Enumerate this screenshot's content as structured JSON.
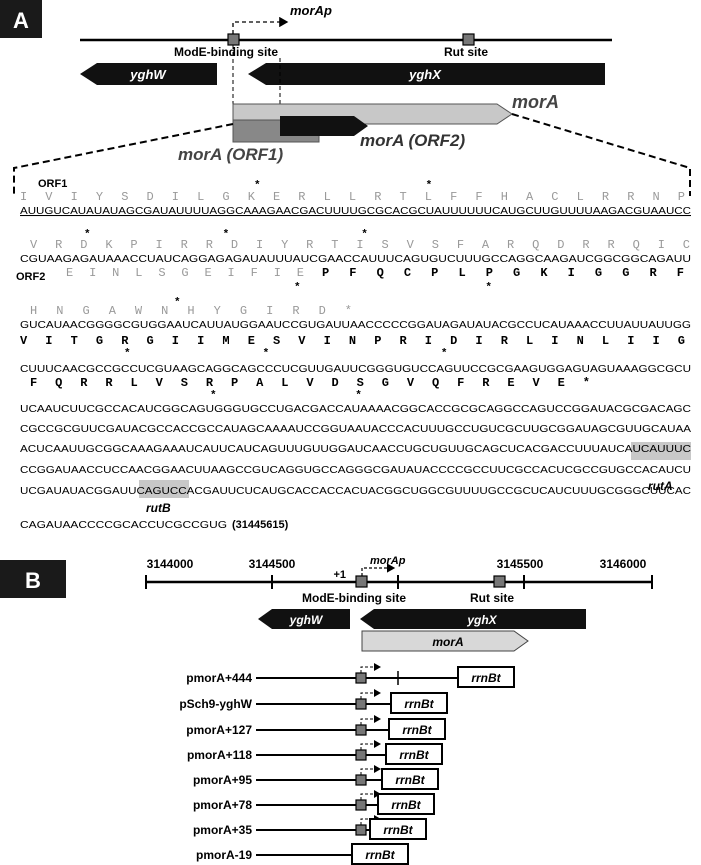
{
  "panelA": {
    "label": "A",
    "promoter": "morAp",
    "modE_label": "ModE-binding site",
    "rut_label": "Rut site",
    "genes": {
      "yghW": "yghW",
      "yghX": "yghX",
      "morA": "morA",
      "orf1": "morA (ORF1)",
      "orf2": "morA (ORF2)"
    },
    "seq_row1": {
      "orf1_label": "ORF1",
      "aa": "I V I Y S D I L G K E R L L R T L F F H A C L R R N P",
      "stars": "*                         *",
      "nt": "AUUGUCAUAUAUAGCGAUAUUUUAGGCAAAGAACGACUUUUGCGCACGCUAUUUUUUCAUGCUUGUUUUAAGACGUAAUCC"
    },
    "seq_row2": {
      "stars_top": "*                    *                    *",
      "aa_orf1": "V R D K P I R R D I Y R T I S V S F A R Q D R R Q I C",
      "nt": "CGUAAGAGAUAAACCUAUCAGGAGAGAUAUUUAUCGAACCAUUUCAGUGUCUUUGCCAGGCAAGAUCGGCGGCAGAUU",
      "orf2_label": "ORF2",
      "aa_orf2a": "E I N L S G E I F I E",
      "aa_orf2b": "P F Q C P L P G K I G G R F",
      "stars_bottom": "*                            *"
    },
    "seq_row3": {
      "stars_top": "*",
      "aa_grey": "H N G A W N H Y G I R D *",
      "nt": "GUCAUAACGGGGCGUGGAAUCAUUAUGGAAUCCGUGAUUAACCCCCGGAUAGAUAUACGCCUCAUAAACCUUAUUAUUGG",
      "aa": "V I T G R G I I M E S V I N P R I D I R L I N L I I G",
      "stars_bottom": "*                    *                          *"
    },
    "seq_row4": {
      "nt": "CUUUCAACGCCGCCUCGUAAGCAGGCAGCCCUCGUUGAUUCGGGUGUCCAGUUCCGCGAAGUGGAGUAGUAAAGGCGCU",
      "aa": "F Q R R L V S R P A L V D S G V Q F R E V E *",
      "stars_bottom": "*                     *"
    },
    "plain_lines": [
      "UCAAUCUUCGCCACAUCGGCAGUGGGUGCCUGACGACCAUAAAACGGCACCGCGCAGGCCAGUCCGGAUACGCGACAGC",
      "CGCCGCGUUCGAUACGCCACCGCCAUAGCAAAAUCCGGUAAUACCCACUUUGCCUGUCGCUUGCGGAUAGCGUUGCAUAA",
      "ACUCAAUUGCGGCAAAGAAAUCAUUCAUCAGUUUGUUGGAUCAACCUGCUGUUGCAGCUCACGACCUUUAUCAUCAUUUC",
      "CCGGAUAACCUCCAACGGAACUUAAGCCGUCAGGUGCCAGGGCGAUAUACCCCGCCUUCGCCACUCGCCGUGCCACAUCU",
      "UCGAUAUACGGAUUCAGUCCACGAUUCUCAUGCACCACCACUACGGCUGGCGUUUUGCCGCUCAUCUUUGCGGGCUUCAC",
      "CAGAUAACCCCGCACCUCGCCGUG"
    ],
    "last_suffix": "(31445615)",
    "rutA": "rutA",
    "rutB": "rutB"
  },
  "panelB": {
    "label": "B",
    "coords": [
      "3144000",
      "3144500",
      "3145500",
      "3146000"
    ],
    "plus_one": "+1",
    "promoter": "morAp",
    "modE_label": "ModE-binding site",
    "rut_label": "Rut site",
    "genes": {
      "yghW": "yghW",
      "yghX": "yghX",
      "morA": "morA"
    },
    "terminator": "rrnBt",
    "constructs": [
      {
        "name": "pmorA+444"
      },
      {
        "name": "pSch9-yghW"
      },
      {
        "name": "pmorA+127"
      },
      {
        "name": "pmorA+118"
      },
      {
        "name": "pmorA+95"
      },
      {
        "name": "pmorA+78"
      },
      {
        "name": "pmorA+35"
      },
      {
        "name": "pmorA-19"
      }
    ]
  }
}
